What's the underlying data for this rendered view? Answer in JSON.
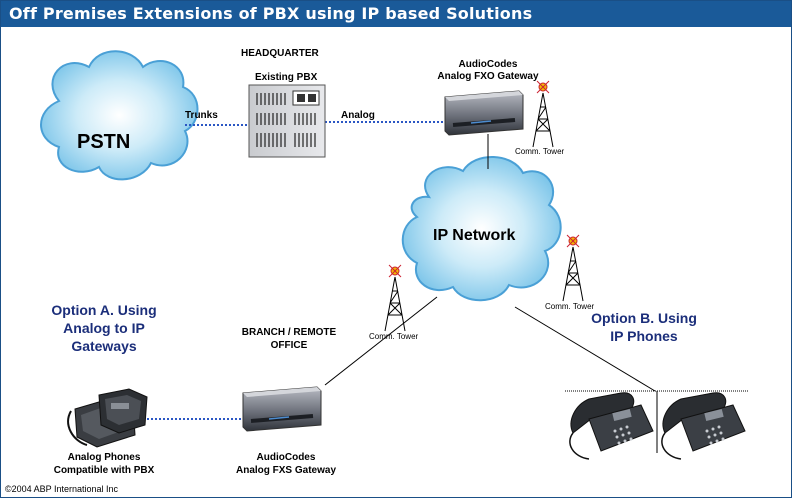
{
  "title": "Off Premises Extensions of PBX using IP based Solutions",
  "headquarter": {
    "heading": "HEADQUARTER",
    "pbx_label": "Existing PBX",
    "trunks_label": "Trunks",
    "analog_label": "Analog",
    "fxo_line1": "AudioCodes",
    "fxo_line2": "Analog FXO Gateway"
  },
  "clouds": {
    "pstn": "PSTN",
    "ip_network": "IP Network"
  },
  "tower_label": "Comm. Tower",
  "option_a": {
    "line1": "Option A. Using",
    "line2": "Analog to IP",
    "line3": "Gateways"
  },
  "option_b": {
    "line1": "Option B. Using",
    "line2": "IP Phones"
  },
  "branch": {
    "line1": "BRANCH / REMOTE",
    "line2": "OFFICE"
  },
  "analog_phones": {
    "line1": "Analog Phones",
    "line2": "Compatible with PBX"
  },
  "fxs": {
    "line1": "AudioCodes",
    "line2": "Analog FXS Gateway"
  },
  "copyright": "©2004 ABP International Inc",
  "colors": {
    "title_bar": "#1a5a99",
    "cloud_fill": "#7fc6ea",
    "option_text": "#1b2e7a",
    "dotted_link": "#2b57c4"
  }
}
